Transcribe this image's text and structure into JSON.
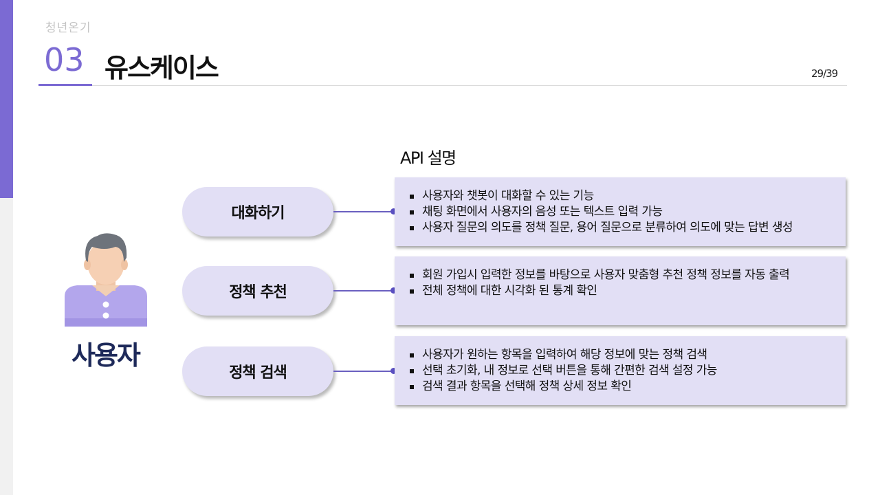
{
  "header": {
    "brand": "청년온기",
    "section_number": "03",
    "section_title": "유스케이스",
    "page_counter": "29/39"
  },
  "api_heading": "API 설명",
  "actor": {
    "label": "사용자"
  },
  "colors": {
    "accent": "#7b6ad3",
    "card_bg": "#e2dff5",
    "actor_label": "#1e2a5a"
  },
  "use_cases": [
    {
      "label": "대화하기",
      "descriptions": [
        "사용자와 챗봇이 대화할 수 있는 기능",
        "채팅 화면에서 사용자의 음성 또는 텍스트 입력 가능",
        "사용자 질문의 의도를 정책 질문, 용어 질문으로 분류하여 의도에 맞는 답변 생성"
      ]
    },
    {
      "label": "정책 추천",
      "descriptions": [
        "회원 가입시 입력한 정보를 바탕으로 사용자 맞춤형 추천 정책 정보를 자동 출력",
        "전체 정책에 대한 시각화 된 통계 확인"
      ]
    },
    {
      "label": "정책 검색",
      "descriptions": [
        "사용자가 원하는 항목을 입력하여 해당 정보에 맞는 정책 검색",
        "선택 초기화, 내 정보로 선택 버튼을 통해 간편한 검색 설정 가능",
        "검색 결과 항목을 선택해 정책 상세 정보 확인"
      ]
    }
  ]
}
